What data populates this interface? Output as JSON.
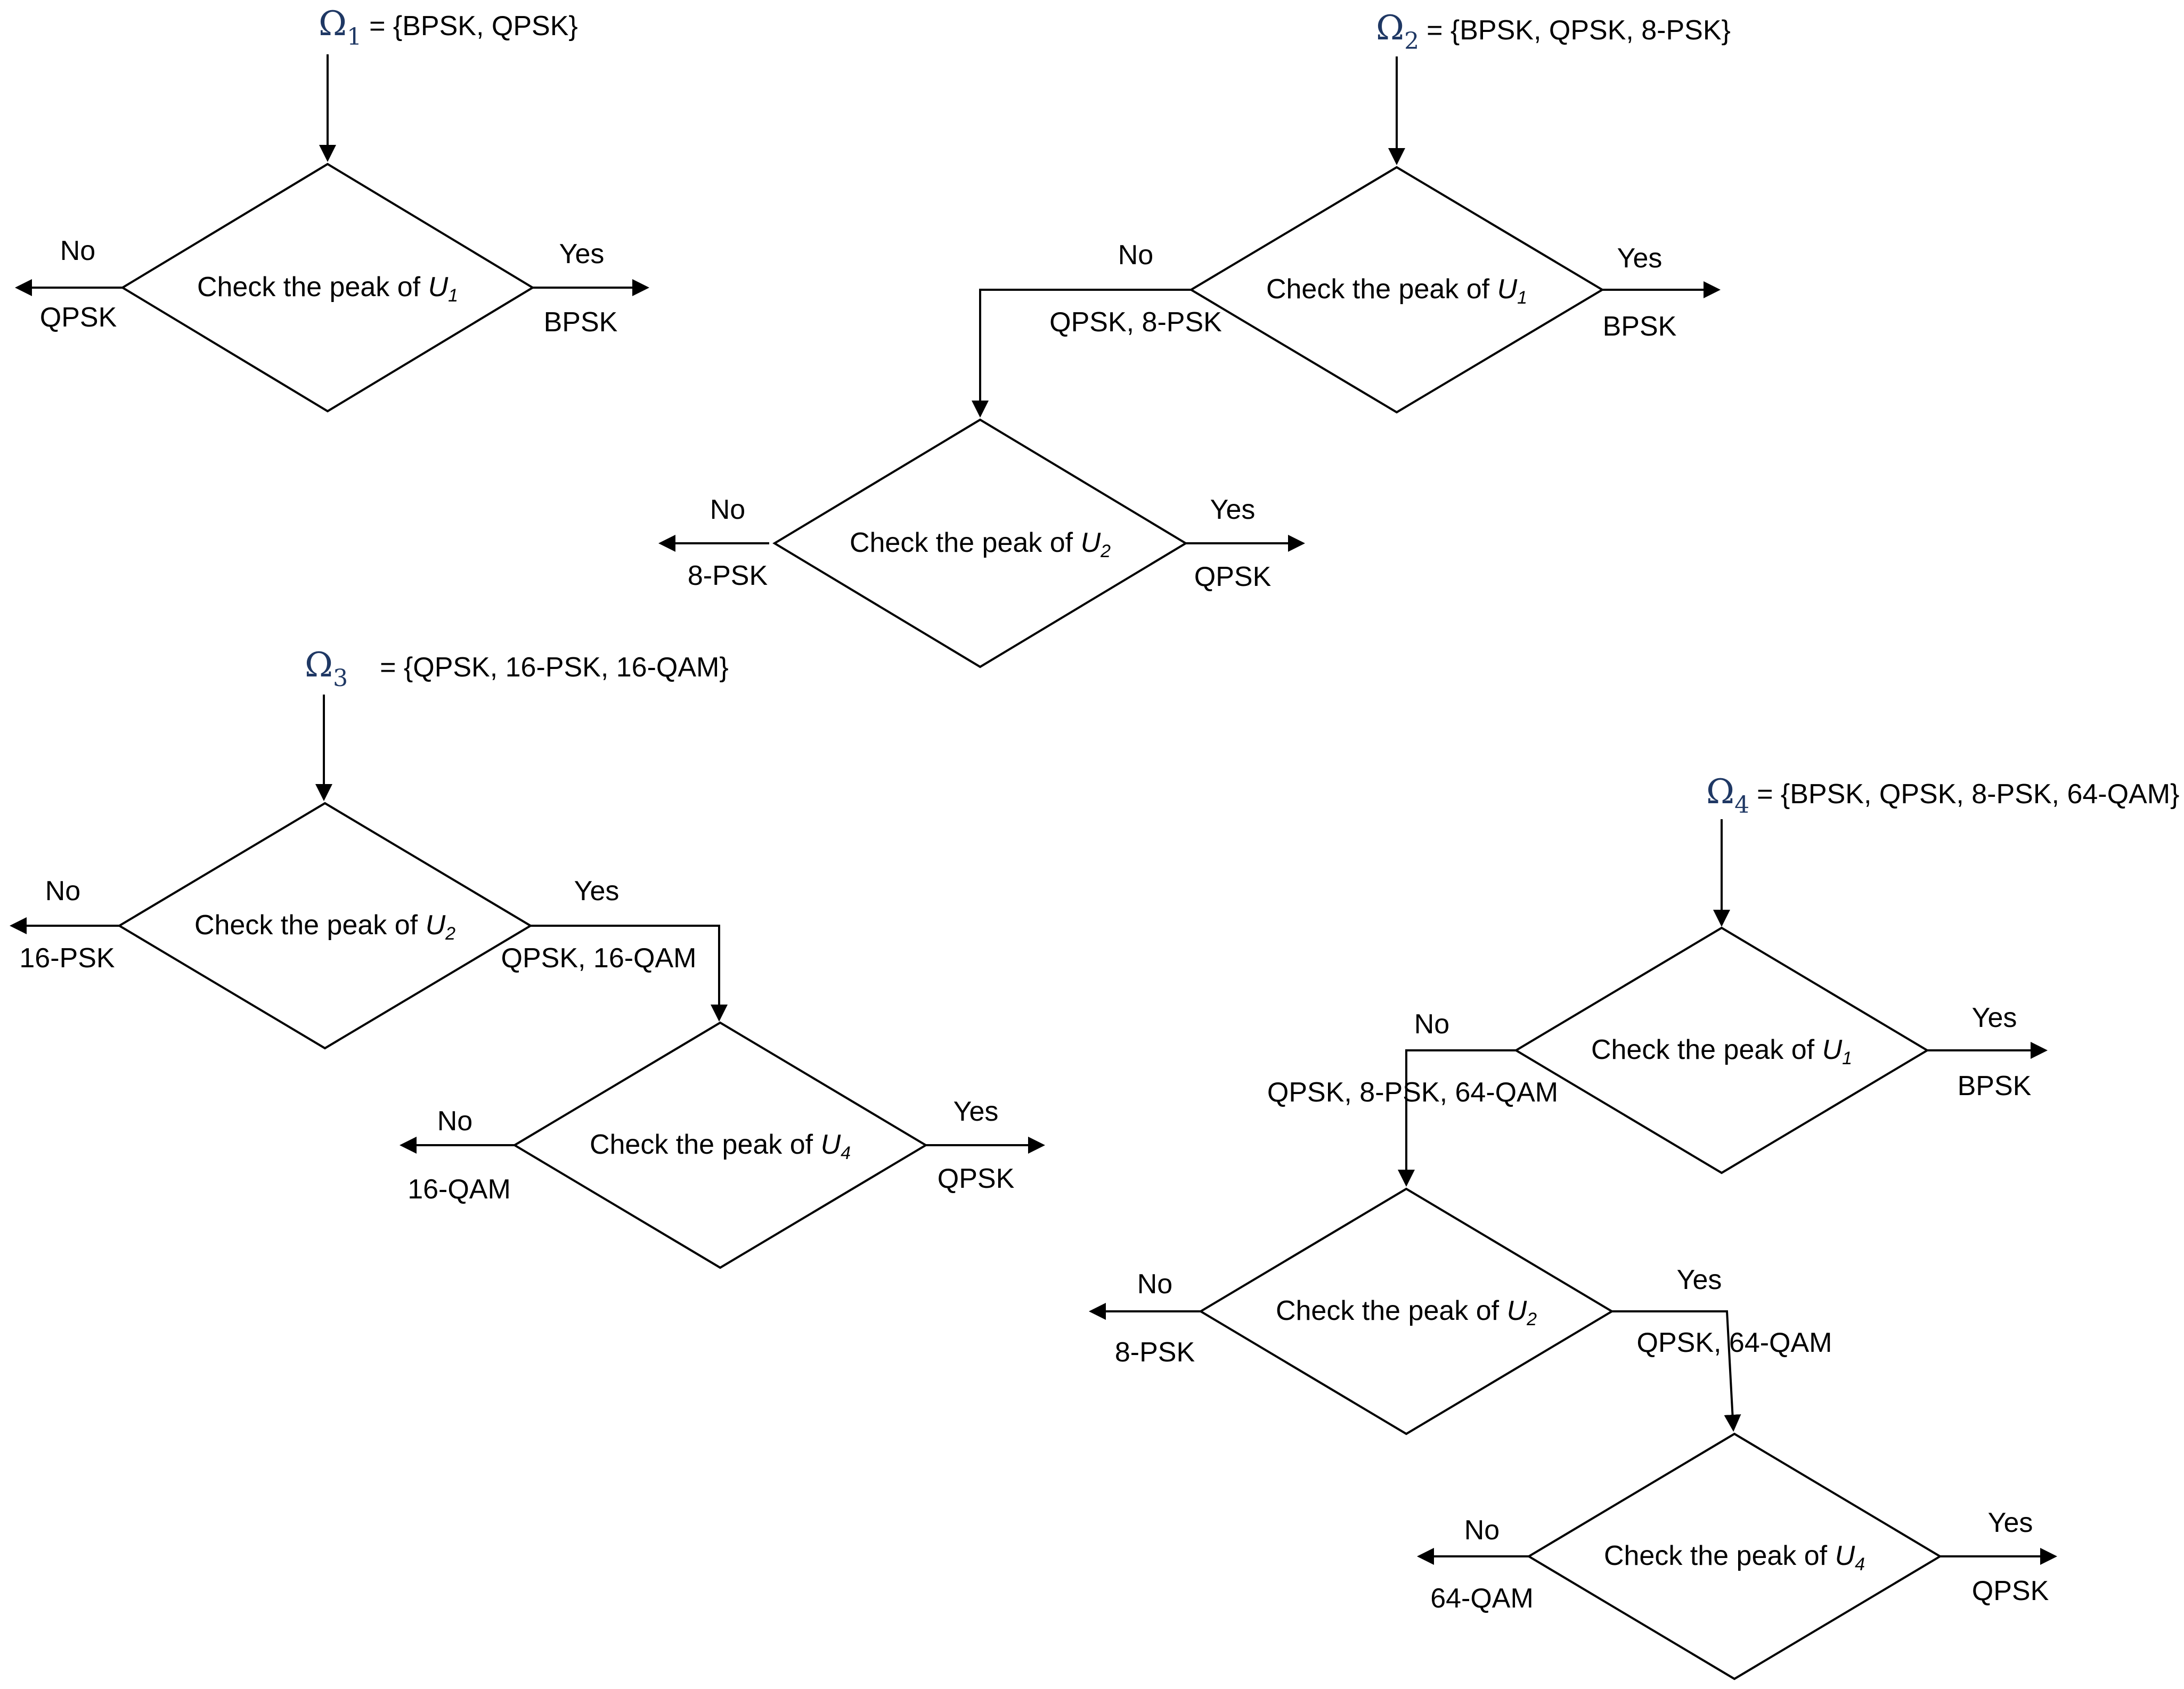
{
  "check_prefix": "Check the peak of ",
  "yes": "Yes",
  "no": "No",
  "omega_symbol": "Ω",
  "diagrams": [
    {
      "omega_index": "1",
      "omega_set": "= {BPSK, QPSK}",
      "decisions": [
        {
          "u_label": "U",
          "u_index": "1",
          "yes_result": "BPSK",
          "no_result": "QPSK"
        }
      ]
    },
    {
      "omega_index": "2",
      "omega_set": "= {BPSK, QPSK, 8-PSK}",
      "decisions": [
        {
          "u_label": "U",
          "u_index": "1",
          "yes_result": "BPSK",
          "no_result": "QPSK, 8-PSK"
        },
        {
          "u_label": "U",
          "u_index": "2",
          "yes_result": "QPSK",
          "no_result": "8-PSK"
        }
      ]
    },
    {
      "omega_index": "3",
      "omega_set": "= {QPSK, 16-PSK, 16-QAM}",
      "decisions": [
        {
          "u_label": "U",
          "u_index": "2",
          "yes_result": "QPSK, 16-QAM",
          "no_result": "16-PSK"
        },
        {
          "u_label": "U",
          "u_index": "4",
          "yes_result": "QPSK",
          "no_result": "16-QAM"
        }
      ]
    },
    {
      "omega_index": "4",
      "omega_set": "= {BPSK, QPSK, 8-PSK, 64-QAM}",
      "decisions": [
        {
          "u_label": "U",
          "u_index": "1",
          "yes_result": "BPSK",
          "no_result": "QPSK, 8-PSK, 64-QAM"
        },
        {
          "u_label": "U",
          "u_index": "2",
          "yes_result": "QPSK, 64-QAM",
          "no_result": "8-PSK"
        },
        {
          "u_label": "U",
          "u_index": "4",
          "yes_result": "QPSK",
          "no_result": "64-QAM"
        }
      ]
    }
  ]
}
